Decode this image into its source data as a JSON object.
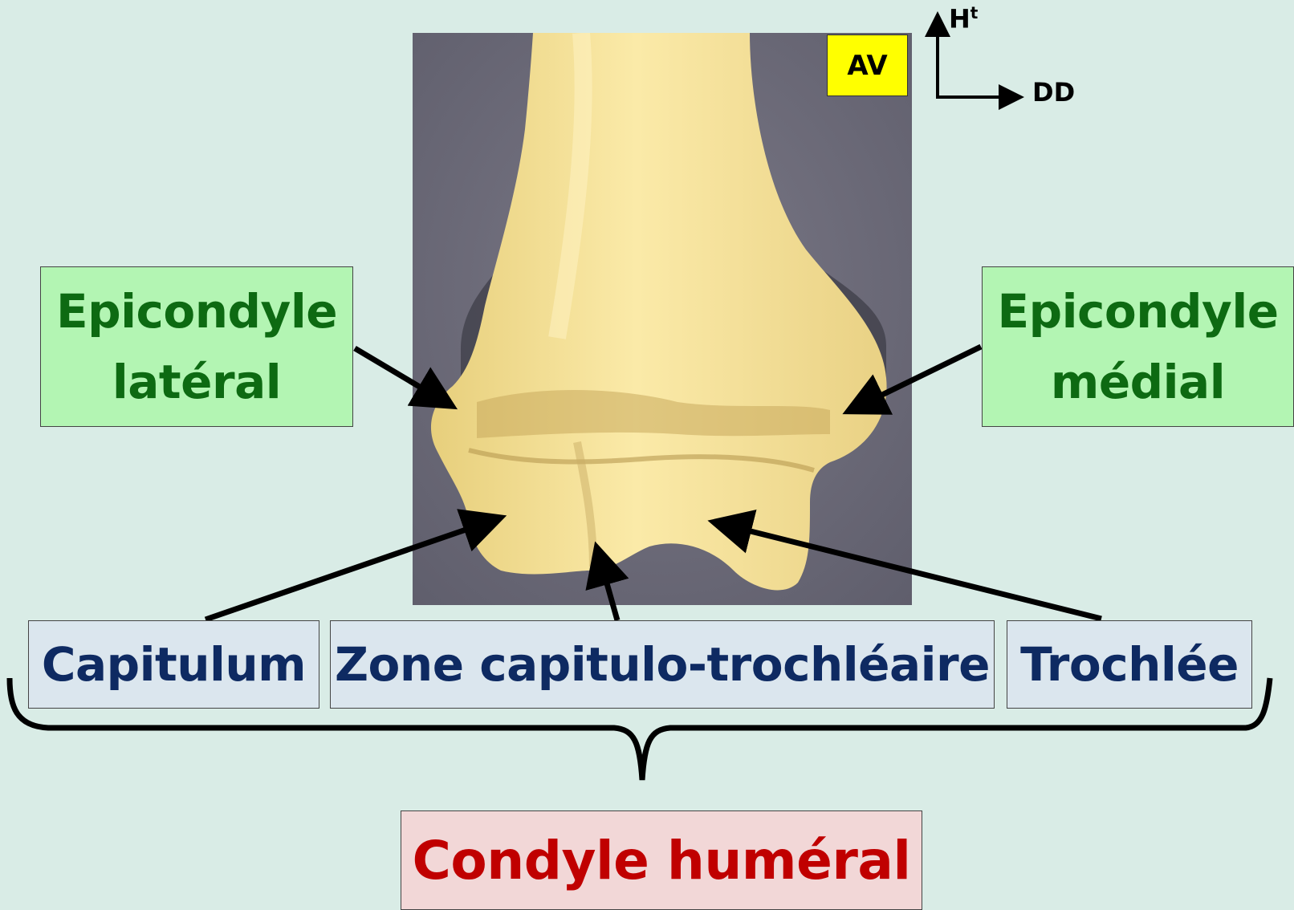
{
  "orientation": {
    "view_badge": "AV",
    "up_label": "H",
    "up_label_sup": "t",
    "right_label": "DD"
  },
  "labels": {
    "epicondyle_lateral": {
      "line1": "Epicondyle",
      "line2": "latéral"
    },
    "epicondyle_medial": {
      "line1": "Epicondyle",
      "line2": "médial"
    },
    "capitulum": "Capitulum",
    "zone": "Zone capitulo-trochléaire",
    "trochlee": "Trochlée",
    "condyle": "Condyle huméral"
  },
  "colors": {
    "background": "#d9ece6",
    "green_box": "#b3f5b3",
    "green_text": "#0d6a12",
    "blue_box": "#dbe6ee",
    "blue_text": "#0e2a62",
    "red_box": "#f2d7d7",
    "red_text": "#c00000",
    "badge": "#ffff00",
    "bone": "#f3e19a",
    "photo_background": "#6c6b7a"
  }
}
